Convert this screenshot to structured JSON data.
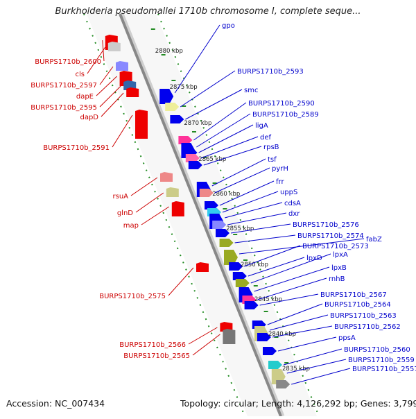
{
  "title": "Burkholderia pseudomallei 1710b chromosome I, complete seque...",
  "footer": {
    "accession": "Accession: NC_007434",
    "summary": "Topology: circular; Length: 4,126,292 bp; Genes: 3,799"
  },
  "colors": {
    "forward_gene": "#0000ee",
    "reverse_gene": "#ee0000",
    "forward_label": "#0000cc",
    "reverse_label": "#cc0000",
    "tick": "#228b22",
    "backbone": "#888888"
  },
  "scale_ticks": [
    "2880 kbp",
    "2875 kbp",
    "2870 kbp",
    "2865 kbp",
    "2860 kbp",
    "2855 kbp",
    "2850 kbp",
    "2845 kbp",
    "2840 kbp",
    "2835 kbp"
  ],
  "reverse_labels": [
    "BURPS1710b_2600",
    "cls",
    "BURPS1710b_2597",
    "dapE",
    "BURPS1710b_2595",
    "dapD",
    "BURPS1710b_2591",
    "rsuA",
    "glnD",
    "map",
    "BURPS1710b_2575",
    "BURPS1710b_2566",
    "BURPS1710b_2565"
  ],
  "forward_labels": [
    "gpo",
    "BURPS1710b_2593",
    "smc",
    "BURPS1710b_2590",
    "BURPS1710b_2589",
    "ligA",
    "def",
    "rpsB",
    "tsf",
    "pyrH",
    "frr",
    "uppS",
    "cdsA",
    "dxr",
    "BURPS1710b_2576",
    "BURPS1710b_2574",
    "fabZ",
    "BURPS1710b_2573",
    "lpxD",
    "lpxA",
    "lpxB",
    "rnhB",
    "BURPS1710b_2567",
    "BURPS1710b_2564",
    "BURPS1710b_2563",
    "BURPS1710b_2562",
    "ppsA",
    "BURPS1710b_2560",
    "BURPS1710b_2559",
    "BURPS1710b_2557"
  ]
}
